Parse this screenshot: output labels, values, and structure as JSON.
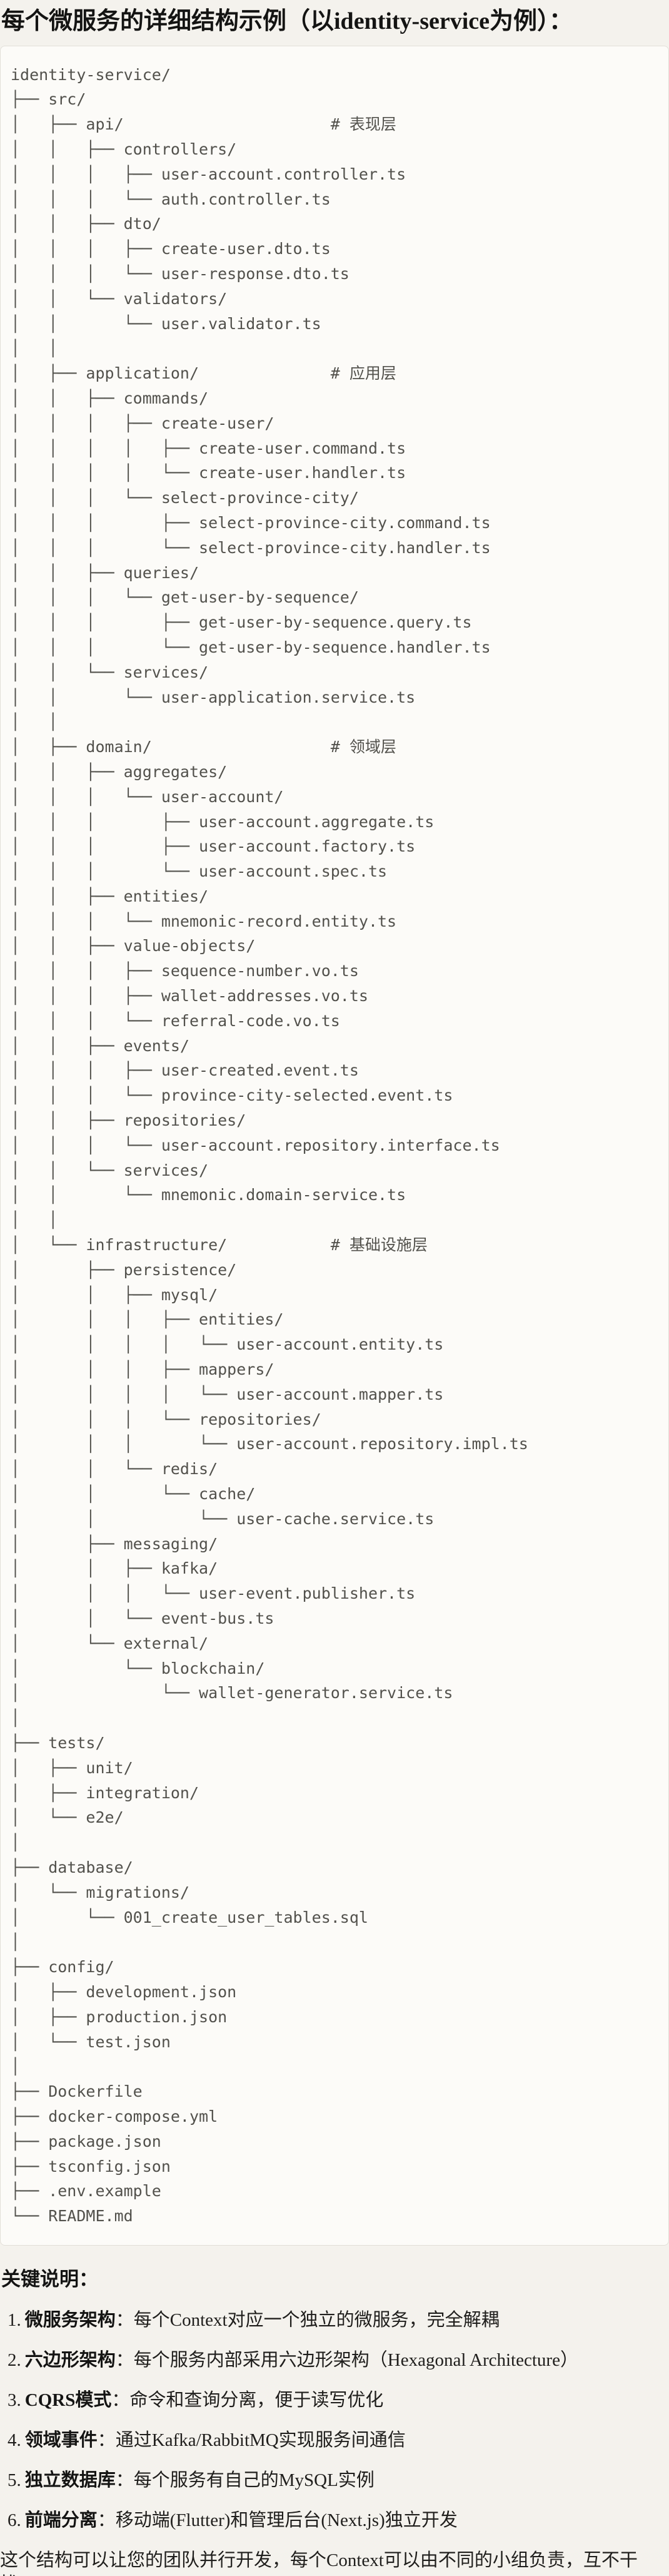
{
  "page": {
    "title": "每个微服务的详细结构示例（以identity-service为例）：",
    "notes_heading": "关键说明：",
    "closing": "这个结构可以让您的团队并行开发，每个Context可以由不同的小组负责，互不干扰。"
  },
  "colors": {
    "page_background": "#f4f2ed",
    "code_background": "#fcfbf8",
    "code_border": "#e2dfd8",
    "code_text": "#52514c",
    "body_text": "#1f1e1c"
  },
  "tree": {
    "lines": [
      "identity-service/",
      "├── src/",
      "│   ├── api/                      # 表现层",
      "│   │   ├── controllers/",
      "│   │   │   ├── user-account.controller.ts",
      "│   │   │   └── auth.controller.ts",
      "│   │   ├── dto/",
      "│   │   │   ├── create-user.dto.ts",
      "│   │   │   └── user-response.dto.ts",
      "│   │   └── validators/",
      "│   │       └── user.validator.ts",
      "│   │",
      "│   ├── application/              # 应用层",
      "│   │   ├── commands/",
      "│   │   │   ├── create-user/",
      "│   │   │   │   ├── create-user.command.ts",
      "│   │   │   │   └── create-user.handler.ts",
      "│   │   │   └── select-province-city/",
      "│   │   │       ├── select-province-city.command.ts",
      "│   │   │       └── select-province-city.handler.ts",
      "│   │   ├── queries/",
      "│   │   │   └── get-user-by-sequence/",
      "│   │   │       ├── get-user-by-sequence.query.ts",
      "│   │   │       └── get-user-by-sequence.handler.ts",
      "│   │   └── services/",
      "│   │       └── user-application.service.ts",
      "│   │",
      "│   ├── domain/                   # 领域层",
      "│   │   ├── aggregates/",
      "│   │   │   └── user-account/",
      "│   │   │       ├── user-account.aggregate.ts",
      "│   │   │       ├── user-account.factory.ts",
      "│   │   │       └── user-account.spec.ts",
      "│   │   ├── entities/",
      "│   │   │   └── mnemonic-record.entity.ts",
      "│   │   ├── value-objects/",
      "│   │   │   ├── sequence-number.vo.ts",
      "│   │   │   ├── wallet-addresses.vo.ts",
      "│   │   │   └── referral-code.vo.ts",
      "│   │   ├── events/",
      "│   │   │   ├── user-created.event.ts",
      "│   │   │   └── province-city-selected.event.ts",
      "│   │   ├── repositories/",
      "│   │   │   └── user-account.repository.interface.ts",
      "│   │   └── services/",
      "│   │       └── mnemonic.domain-service.ts",
      "│   │",
      "│   └── infrastructure/           # 基础设施层",
      "│       ├── persistence/",
      "│       │   ├── mysql/",
      "│       │   │   ├── entities/",
      "│       │   │   │   └── user-account.entity.ts",
      "│       │   │   ├── mappers/",
      "│       │   │   │   └── user-account.mapper.ts",
      "│       │   │   └── repositories/",
      "│       │   │       └── user-account.repository.impl.ts",
      "│       │   └── redis/",
      "│       │       └── cache/",
      "│       │           └── user-cache.service.ts",
      "│       ├── messaging/",
      "│       │   ├── kafka/",
      "│       │   │   └── user-event.publisher.ts",
      "│       │   └── event-bus.ts",
      "│       └── external/",
      "│           └── blockchain/",
      "│               └── wallet-generator.service.ts",
      "│",
      "├── tests/",
      "│   ├── unit/",
      "│   ├── integration/",
      "│   └── e2e/",
      "│",
      "├── database/",
      "│   └── migrations/",
      "│       └── 001_create_user_tables.sql",
      "│",
      "├── config/",
      "│   ├── development.json",
      "│   ├── production.json",
      "│   └── test.json",
      "│",
      "├── Dockerfile",
      "├── docker-compose.yml",
      "├── package.json",
      "├── tsconfig.json",
      "├── .env.example",
      "└── README.md"
    ]
  },
  "notes": [
    {
      "num": "1.",
      "label": "微服务架构",
      "rest": "：每个Context对应一个独立的微服务，完全解耦"
    },
    {
      "num": "2.",
      "label": "六边形架构",
      "rest": "：每个服务内部采用六边形架构（Hexagonal Architecture）"
    },
    {
      "num": "3.",
      "label": "CQRS模式",
      "rest": "：命令和查询分离，便于读写优化"
    },
    {
      "num": "4.",
      "label": "领域事件",
      "rest": "：通过Kafka/RabbitMQ实现服务间通信"
    },
    {
      "num": "5.",
      "label": "独立数据库",
      "rest": "：每个服务有自己的MySQL实例"
    },
    {
      "num": "6.",
      "label": "前端分离",
      "rest": "：移动端(Flutter)和管理后台(Next.js)独立开发"
    }
  ]
}
